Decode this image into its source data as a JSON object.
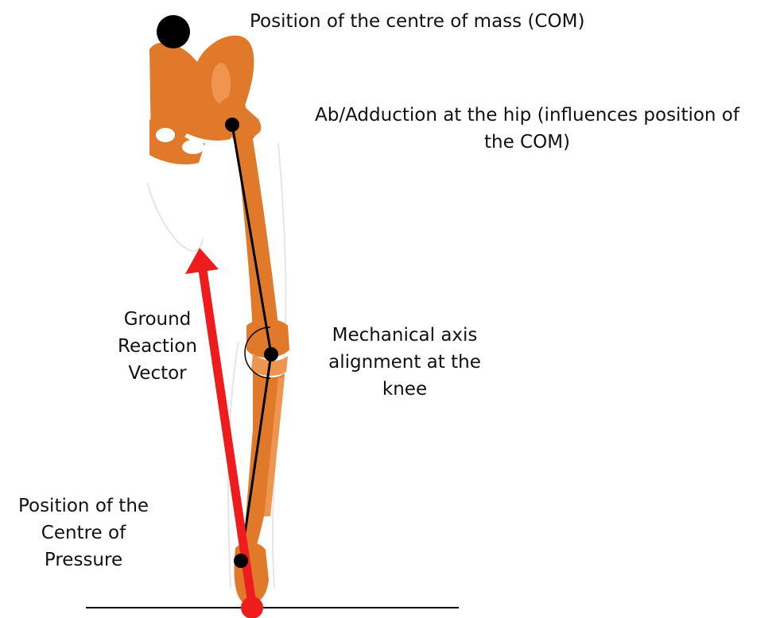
{
  "labels": {
    "com": [
      "Position of the centre of mass (COM)"
    ],
    "hip": [
      "Ab/Adduction at the hip (influences position of",
      "the COM)"
    ],
    "ground_reaction": [
      "Ground",
      "Reaction",
      "Vector"
    ],
    "knee": [
      "Mechanical axis",
      "alignment at the",
      "knee"
    ],
    "cop": [
      "Position of the",
      "Centre of",
      "Pressure"
    ]
  },
  "colors": {
    "bone": "#E07A2A",
    "bone_light": "#EE9550",
    "arrow": "#EE1C1C",
    "axis_line": "#000000",
    "marker": "#000000",
    "text": "#111111"
  }
}
